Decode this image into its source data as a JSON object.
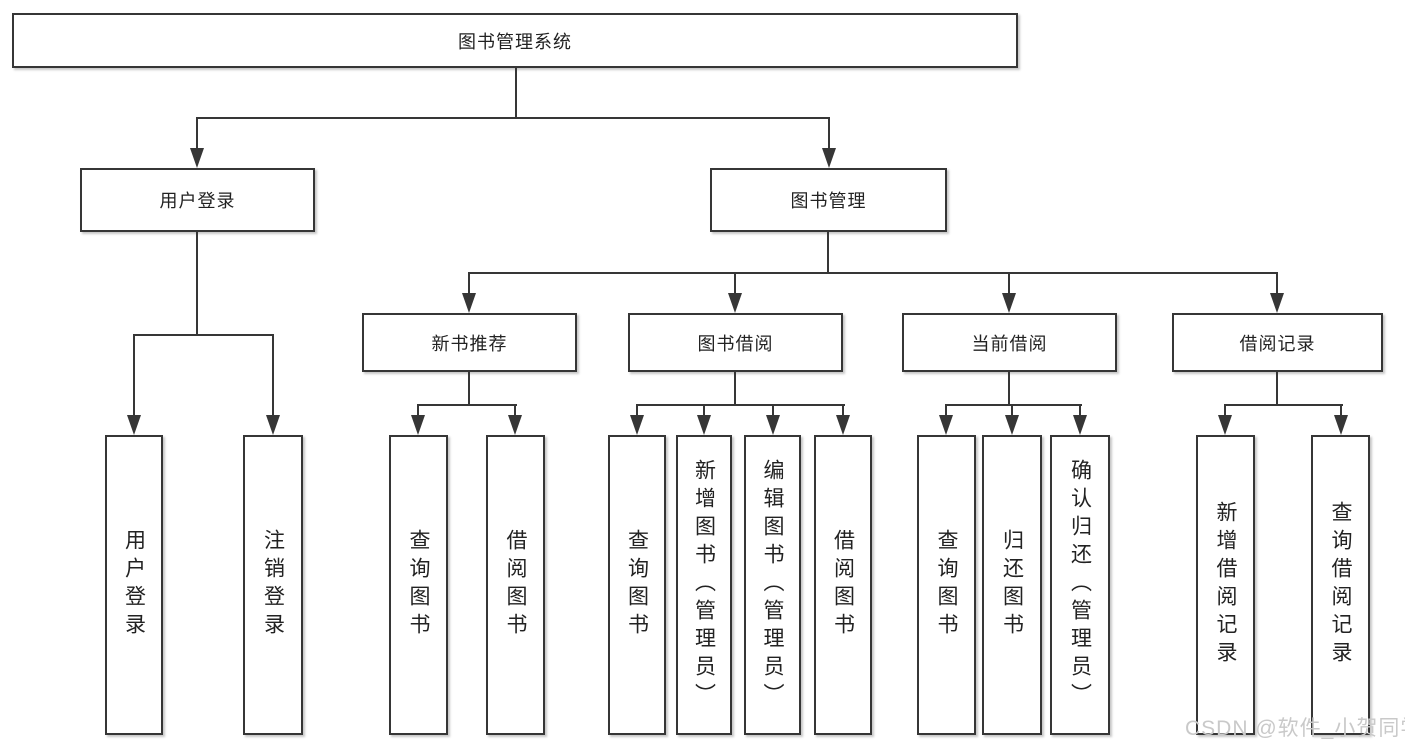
{
  "diagram": {
    "type": "hierarchy-tree",
    "tree": {
      "root": {
        "label": "图书管理系统"
      },
      "level1": [
        {
          "label": "用户登录",
          "parent": "图书管理系统"
        },
        {
          "label": "图书管理",
          "parent": "图书管理系统"
        }
      ],
      "level2": [
        {
          "label": "新书推荐",
          "parent": "图书管理"
        },
        {
          "label": "图书借阅",
          "parent": "图书管理"
        },
        {
          "label": "当前借阅",
          "parent": "图书管理"
        },
        {
          "label": "借阅记录",
          "parent": "图书管理"
        }
      ],
      "leaves": [
        {
          "label": "用户登录",
          "parent": "用户登录"
        },
        {
          "label": "注销登录",
          "parent": "用户登录"
        },
        {
          "label": "查询图书",
          "parent": "新书推荐"
        },
        {
          "label": "借阅图书",
          "parent": "新书推荐"
        },
        {
          "label": "查询图书",
          "parent": "图书借阅"
        },
        {
          "label": "新增图书（管理员）",
          "parent": "图书借阅"
        },
        {
          "label": "编辑图书（管理员）",
          "parent": "图书借阅"
        },
        {
          "label": "借阅图书",
          "parent": "图书借阅"
        },
        {
          "label": "查询图书",
          "parent": "当前借阅"
        },
        {
          "label": "归还图书",
          "parent": "当前借阅"
        },
        {
          "label": "确认归还（管理员）",
          "parent": "当前借阅"
        },
        {
          "label": "新增借阅记录",
          "parent": "借阅记录"
        },
        {
          "label": "查询借阅记录",
          "parent": "借阅记录"
        }
      ]
    }
  },
  "watermark": {
    "text": "CSDN @软件_小贺同学"
  },
  "colors": {
    "line": "#363636",
    "box_border": "#363636",
    "text": "#222222",
    "watermark": "#c9c9c9",
    "background": "#ffffff"
  }
}
